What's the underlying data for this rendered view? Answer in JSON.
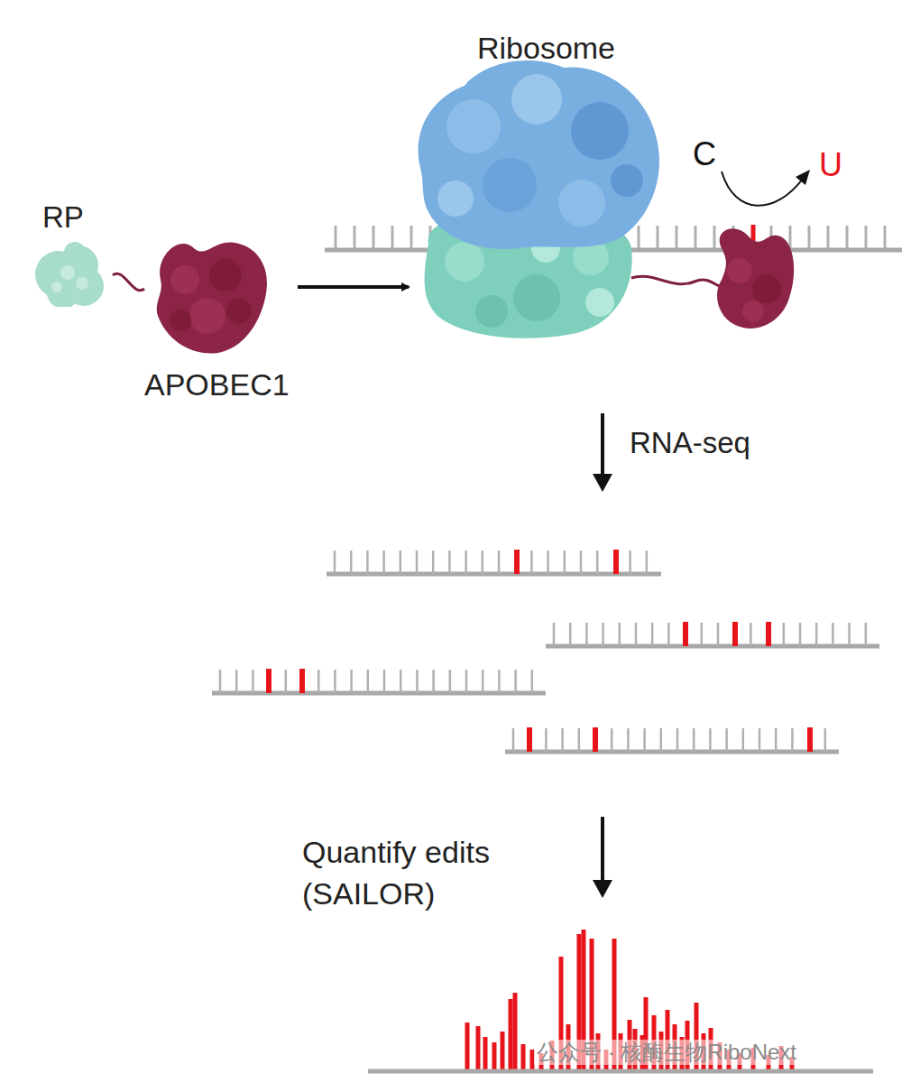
{
  "diagram": {
    "nodes": [
      {
        "text": [
          "RP"
        ]
      },
      {
        "text": [
          "APOBEC1"
        ]
      },
      {
        "text": [
          "Ribosome"
        ]
      }
    ],
    "edges": [
      {
        "from": 0,
        "to": 1,
        "arrow": "none"
      },
      {
        "from": 1,
        "to": 2,
        "arrow": "to"
      }
    ],
    "labels": [
      "C",
      "U",
      "RNA-seq",
      "Quantify edits (SAILOR)",
      "公众号 · 核酶生物RiboNext"
    ]
  }
}
